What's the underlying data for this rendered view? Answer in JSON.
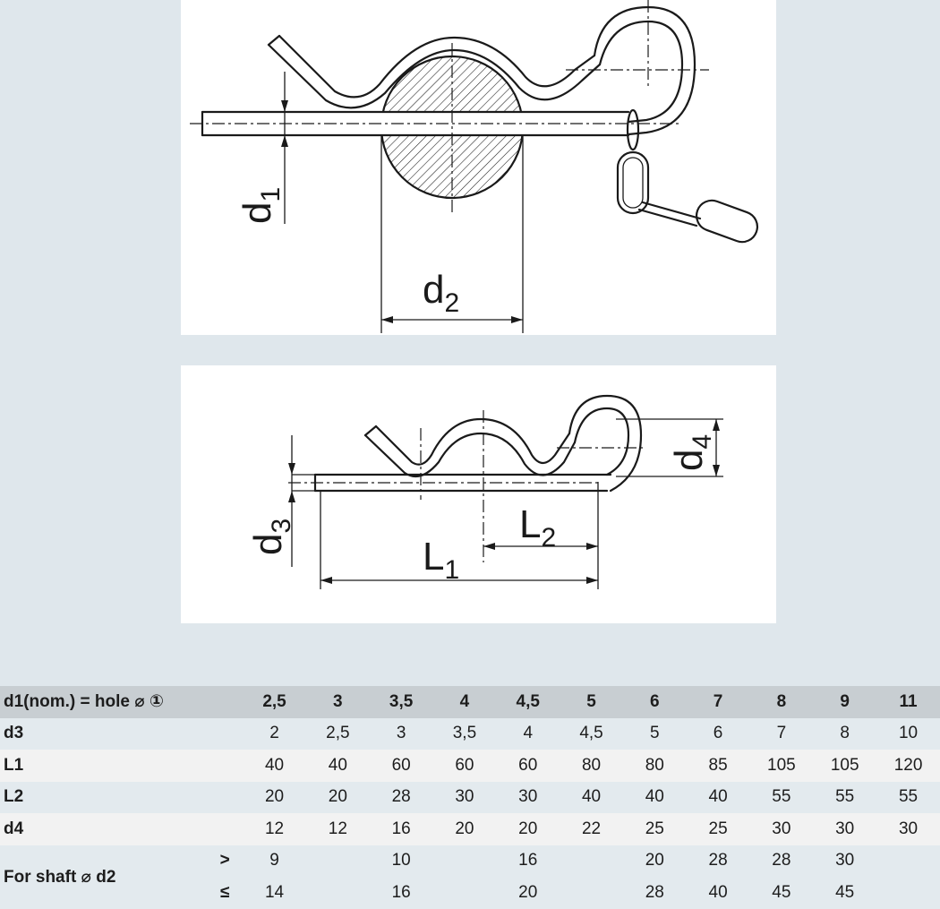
{
  "figure1": {
    "label_d1_main": "d",
    "label_d1_sub": "1",
    "label_d2_main": "d",
    "label_d2_sub": "2"
  },
  "figure2": {
    "label_d3_main": "d",
    "label_d3_sub": "3",
    "label_d4_main": "d",
    "label_d4_sub": "4",
    "label_L1_main": "L",
    "label_L1_sub": "1",
    "label_L2_main": "L",
    "label_L2_sub": "2"
  },
  "table": {
    "header_label": "d1(nom.) = hole ⌀ ①",
    "header_values": [
      "2,5",
      "3",
      "3,5",
      "4",
      "4,5",
      "5",
      "6",
      "7",
      "8",
      "9",
      "11"
    ],
    "rows": [
      {
        "label": "d3",
        "values": [
          "2",
          "2,5",
          "3",
          "3,5",
          "4",
          "4,5",
          "5",
          "6",
          "7",
          "8",
          "10"
        ]
      },
      {
        "label": "L1",
        "values": [
          "40",
          "40",
          "60",
          "60",
          "60",
          "80",
          "80",
          "85",
          "105",
          "105",
          "120"
        ]
      },
      {
        "label": "L2",
        "values": [
          "20",
          "20",
          "28",
          "30",
          "30",
          "40",
          "40",
          "40",
          "55",
          "55",
          "55"
        ]
      },
      {
        "label": "d4",
        "values": [
          "12",
          "12",
          "16",
          "20",
          "20",
          "22",
          "25",
          "25",
          "30",
          "30",
          "30"
        ]
      }
    ],
    "shaft": {
      "label": "For shaft ⌀ d2",
      "gt_symbol": ">",
      "le_symbol": "≤",
      "gt_values": [
        "9",
        "",
        "10",
        "",
        "16",
        "",
        "20",
        "28",
        "28",
        "30",
        ""
      ],
      "le_values": [
        "14",
        "",
        "16",
        "",
        "20",
        "",
        "28",
        "40",
        "45",
        "45",
        ""
      ]
    }
  }
}
